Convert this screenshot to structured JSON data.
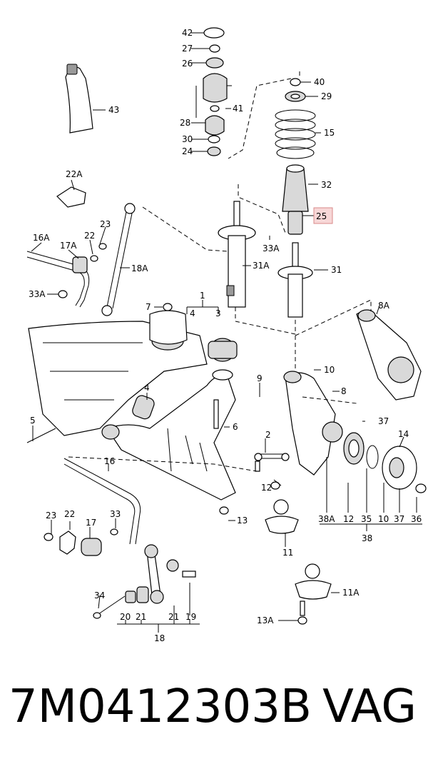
{
  "labels": {
    "l42": "42",
    "l27": "27",
    "l26": "26",
    "l43": "43",
    "l41": "41",
    "l28": "28",
    "l30": "30",
    "l24": "24",
    "l40": "40",
    "l29": "29",
    "l15": "15",
    "l32": "32",
    "l25": "25",
    "l22A": "22A",
    "l23a": "23",
    "l16A": "16A",
    "l17A": "17A",
    "l22a": "22",
    "l18A": "18A",
    "l33Aa": "33A",
    "l31A": "31A",
    "l31": "31",
    "l33Ab": "33A",
    "l7": "7",
    "l1": "1",
    "l4": "4",
    "l3": "3",
    "l8A": "8A",
    "l9": "9",
    "l10a": "10",
    "l8": "8",
    "l5": "5",
    "l6": "6",
    "l37a": "37",
    "l2": "2",
    "l14": "14",
    "l16": "16",
    "l12a": "12",
    "l38A": "38A",
    "l12b": "12",
    "l35": "35",
    "l10b": "10",
    "l37b": "37",
    "l36": "36",
    "l38": "38",
    "l13": "13",
    "l23b": "23",
    "l22b": "22",
    "l17": "17",
    "l33": "33",
    "l11": "11",
    "l34": "34",
    "l20": "20",
    "l21a": "21",
    "l21b": "21",
    "l19": "19",
    "l18": "18",
    "l11A": "11A",
    "l13A": "13A"
  },
  "footer": {
    "part_number": "7M0412303B",
    "brand": "VAG"
  },
  "colors": {
    "highlight_fill": "#f7d7d7",
    "highlight_stroke": "#d88a8a"
  }
}
